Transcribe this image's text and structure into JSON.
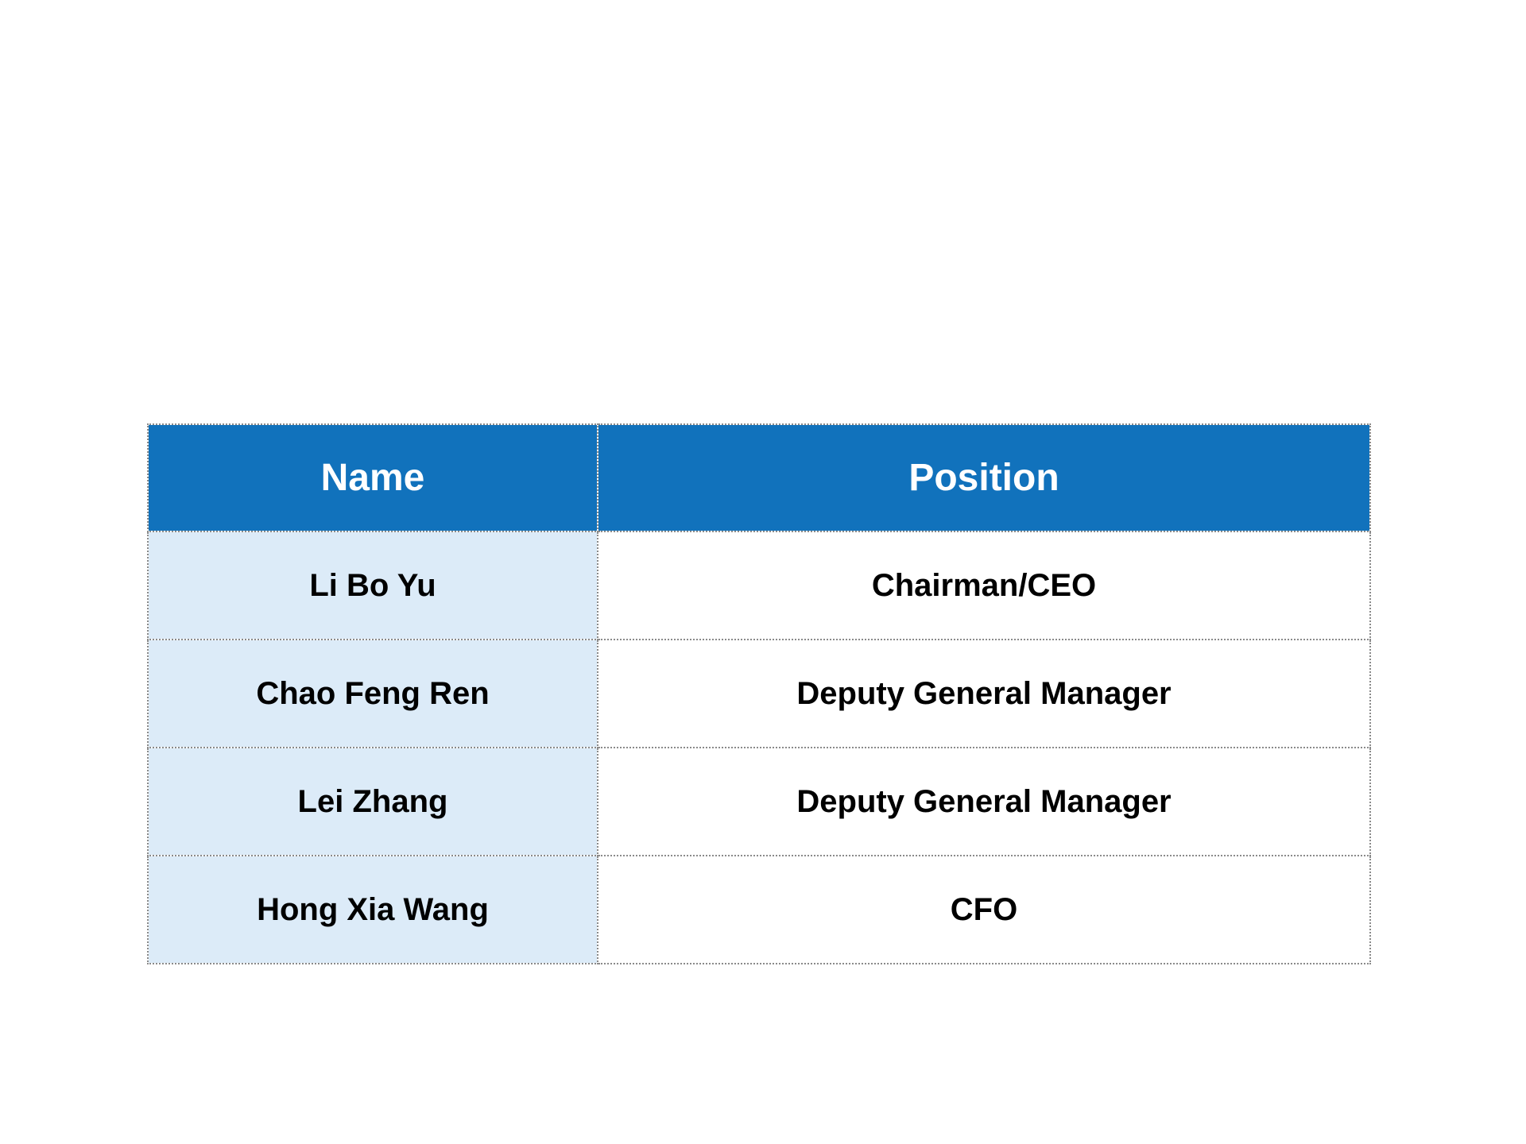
{
  "table": {
    "columns": [
      {
        "label": "Name"
      },
      {
        "label": "Position"
      }
    ],
    "rows": [
      {
        "name": "Li Bo Yu",
        "position": "Chairman/CEO"
      },
      {
        "name": "Chao Feng Ren",
        "position": "Deputy General Manager"
      },
      {
        "name": "Lei Zhang",
        "position": "Deputy General Manager"
      },
      {
        "name": "Hong Xia Wang",
        "position": "CFO"
      }
    ],
    "colors": {
      "header_bg": "#1172bc",
      "header_text": "#ffffff",
      "name_cell_bg": "#dcebf8",
      "position_cell_bg": "#ffffff",
      "border": "#8a8a8a",
      "body_text": "#000000",
      "page_bg": "#ffffff"
    }
  }
}
